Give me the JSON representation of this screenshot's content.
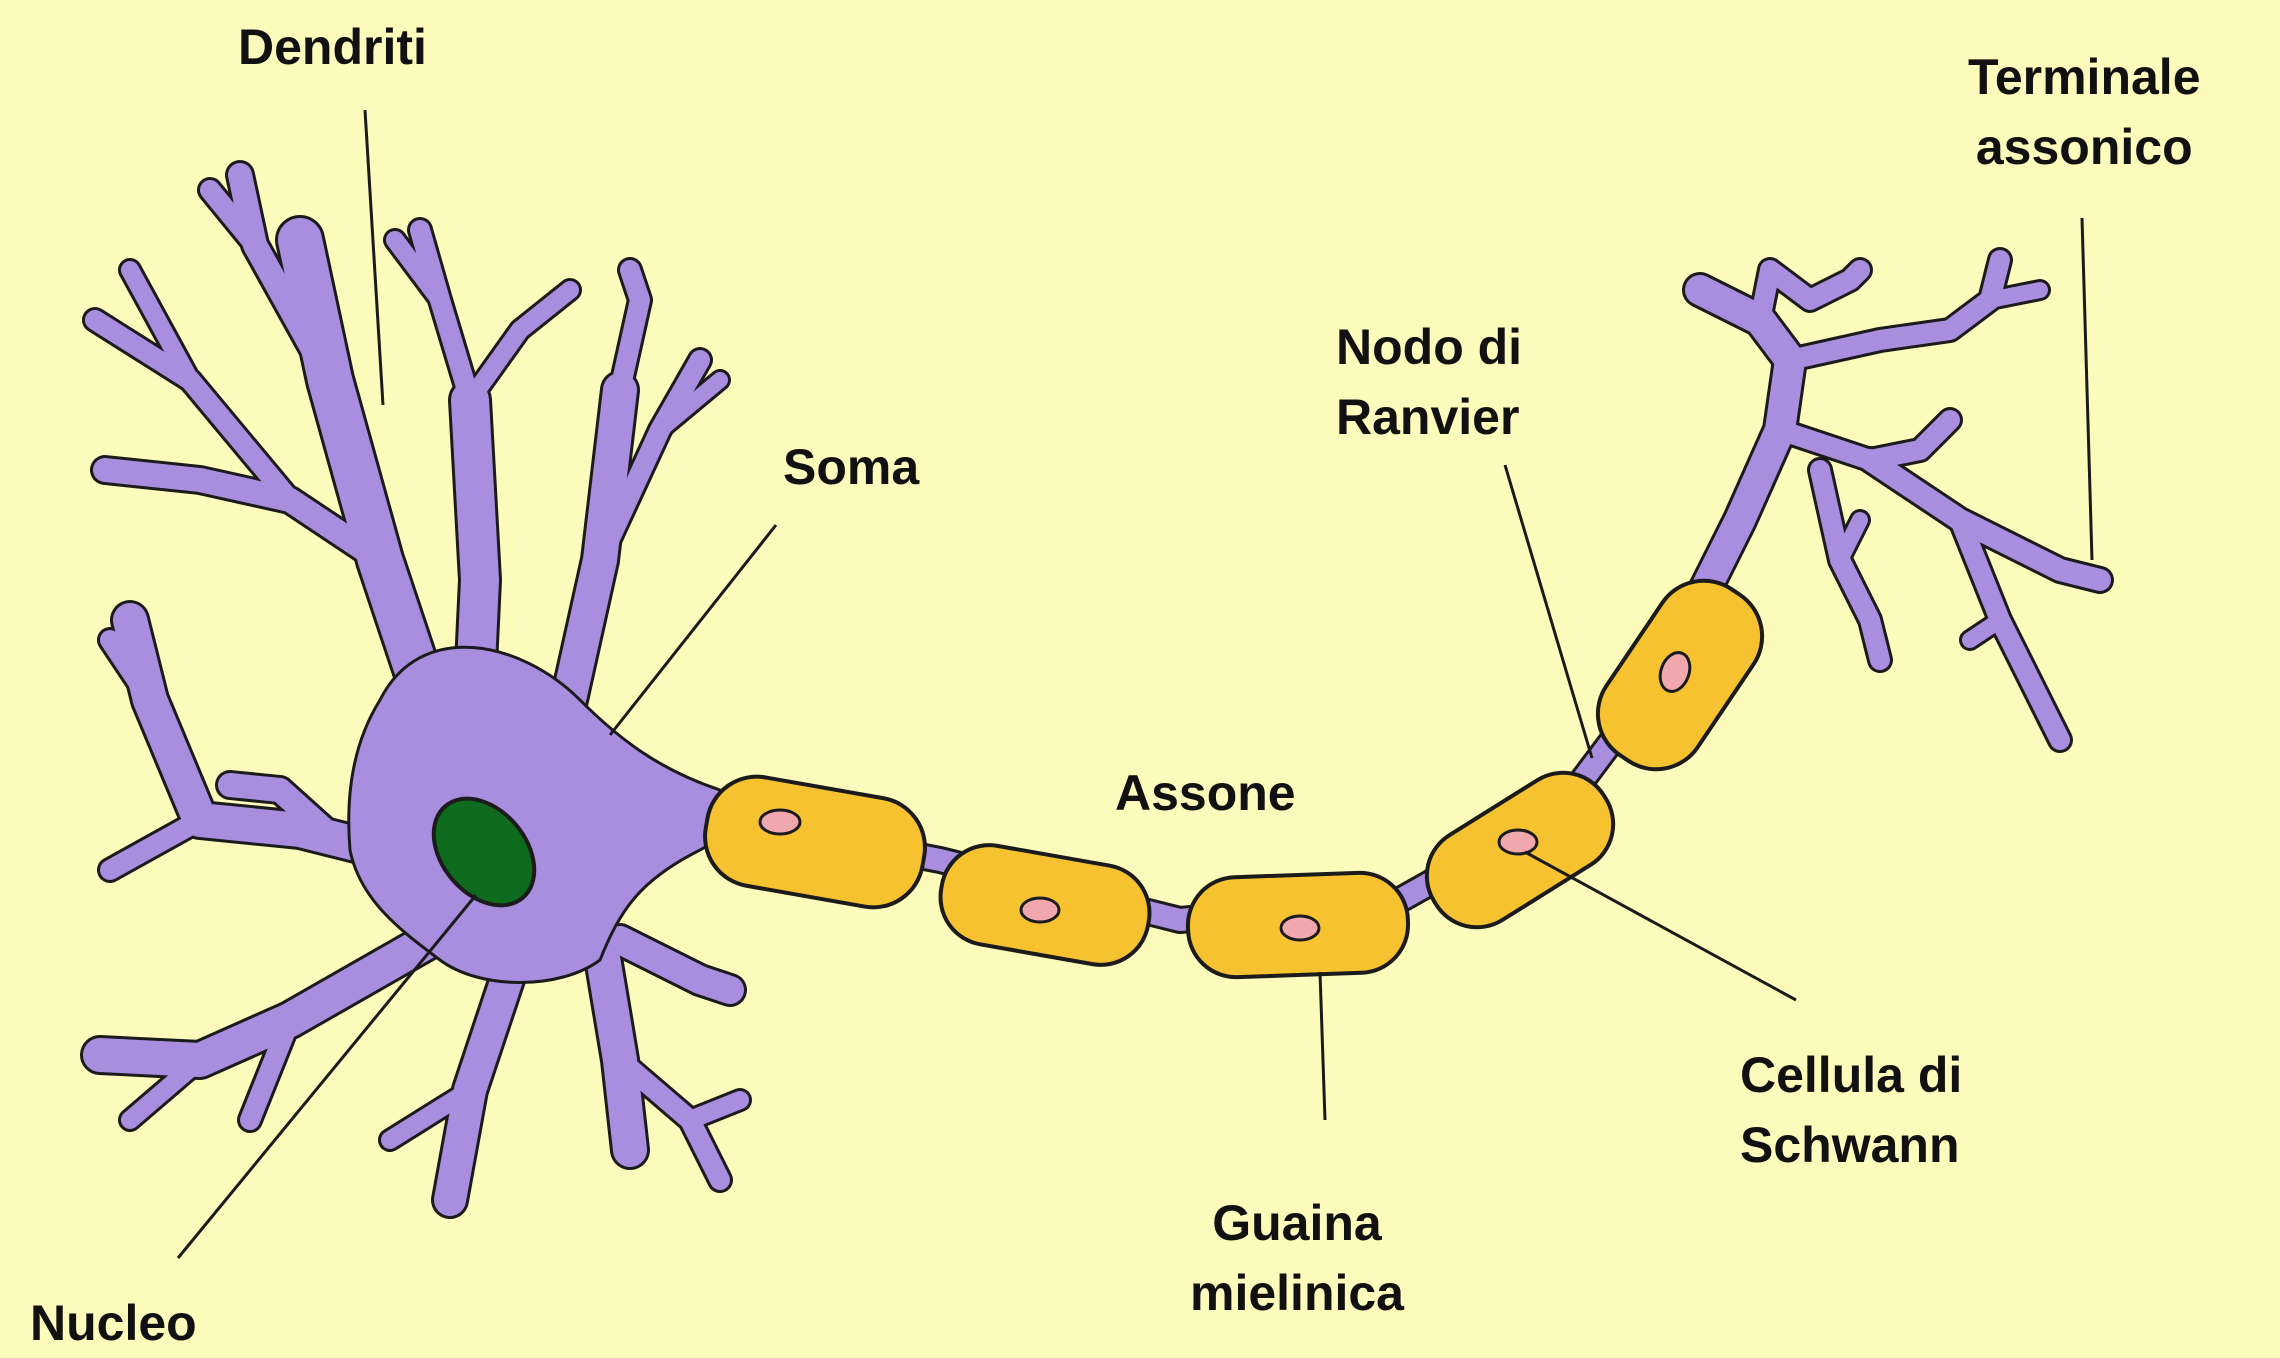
{
  "labels": {
    "dendriti": "Dendriti",
    "terminale_line1": "Terminale",
    "terminale_line2": "assonico",
    "soma": "Soma",
    "nodo_line1": "Nodo di",
    "nodo_line2": "Ranvier",
    "assone": "Assone",
    "cellula_line1": "Cellula di",
    "cellula_line2": "Schwann",
    "guaina_line1": "Guaina",
    "guaina_line2": "mielinica",
    "nucleo": "Nucleo"
  },
  "colors": {
    "background": "#fdfbbb",
    "neuron": "#a98ee0",
    "outline": "#1b1b1b",
    "myelin": "#f6c22f",
    "schwann_nucleus": "#f1a7ae",
    "nucleus": "#0e6b1d"
  }
}
